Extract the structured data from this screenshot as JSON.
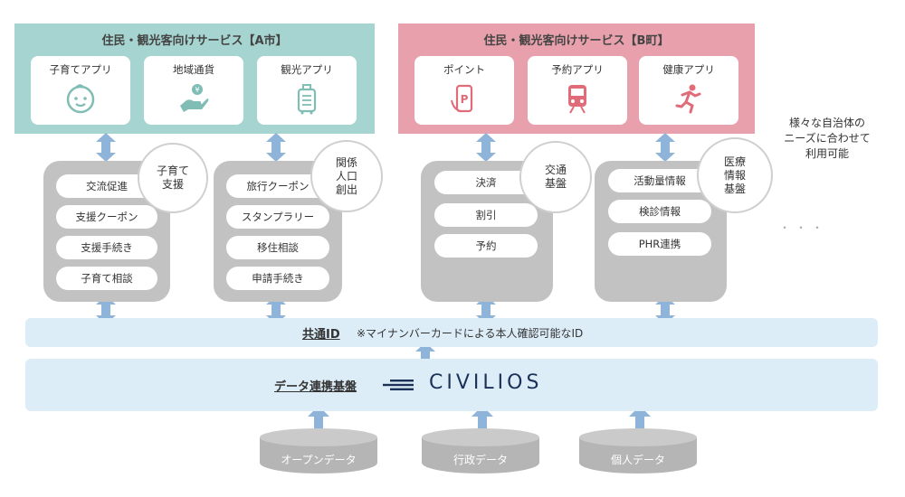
{
  "panel_a": {
    "title": "住民・観光客向けサービス【A市】",
    "apps": [
      {
        "label": "子育てアプリ",
        "icon": "baby-face-icon"
      },
      {
        "label": "地域通貨",
        "icon": "coin-hand-icon"
      },
      {
        "label": "観光アプリ",
        "icon": "suitcase-icon"
      }
    ]
  },
  "panel_b": {
    "title": "住民・観光客向けサービス【B町】",
    "apps": [
      {
        "label": "ポイント",
        "icon": "phone-point-icon"
      },
      {
        "label": "予約アプリ",
        "icon": "train-icon"
      },
      {
        "label": "健康アプリ",
        "icon": "running-person-icon"
      }
    ]
  },
  "side_note": "様々な自治体の\nニーズに合わせて\n利用可能",
  "ellipsis": "・・・",
  "platforms": [
    {
      "circle": "子育て\n支援",
      "items": [
        "交流促進",
        "支援クーポン",
        "支援手続き",
        "子育て相談"
      ]
    },
    {
      "circle": "関係\n人口\n創出",
      "items": [
        "旅行クーポン",
        "スタンプラリー",
        "移住相談",
        "申請手続き"
      ]
    },
    {
      "circle": "交通\n基盤",
      "items": [
        "決済",
        "割引",
        "予約"
      ]
    },
    {
      "circle": "医療\n情報\n基盤",
      "items": [
        "活動量情報",
        "検診情報",
        "PHR連携"
      ]
    }
  ],
  "common_id": {
    "label": "共通ID",
    "note": "※マイナンバーカードによる本人確認可能なID"
  },
  "data_platform": {
    "label": "データ連携基盤",
    "brand": "CIVILIOS"
  },
  "data_sources": [
    "オープンデータ",
    "行政データ",
    "個人データ"
  ],
  "colors": {
    "panel_a": "#a6d4d0",
    "panel_b": "#e8a1ac",
    "stack": "#c2c2c2",
    "band": "#dcedf8",
    "arrow": "#8fb4da",
    "brand": "#1c3158"
  }
}
